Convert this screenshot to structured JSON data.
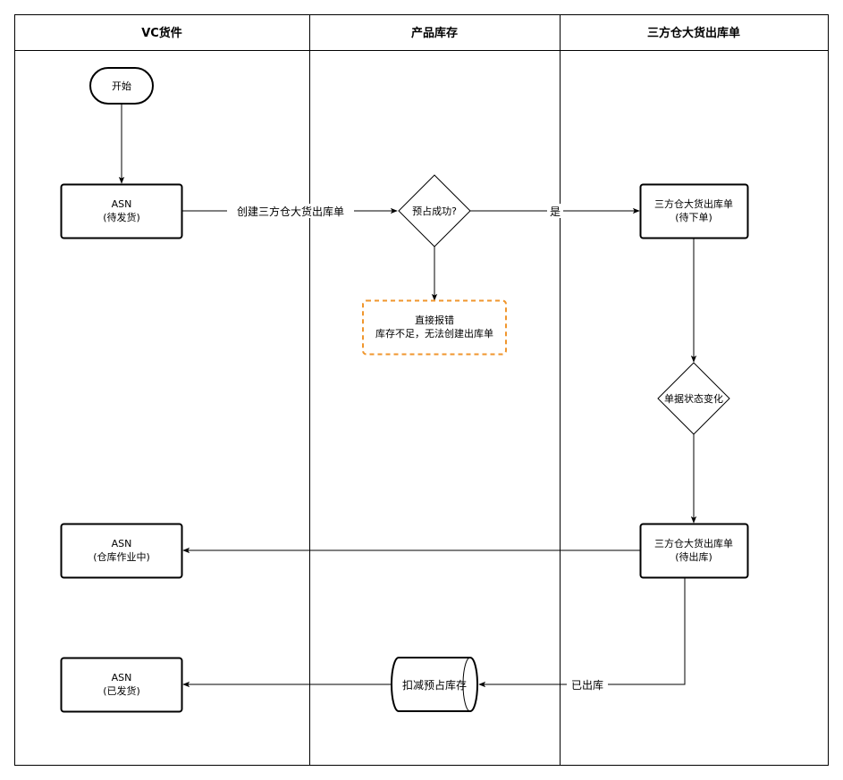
{
  "lanes": {
    "vc": "VC货件",
    "stock": "产品库存",
    "order": "三方仓大货出库单"
  },
  "nodes": {
    "start": "开始",
    "asn_pending": {
      "line1": "ASN",
      "line2": "(待发货)"
    },
    "check": "预占成功?",
    "error": {
      "line1": "直接报错",
      "line2": "库存不足，无法创建出库单"
    },
    "order_pending": {
      "line1": "三方仓大货出库单",
      "line2": "(待下单)"
    },
    "status_change": "单据状态变化",
    "order_waiting_out": {
      "line1": "三方仓大货出库单",
      "line2": "(待出库)"
    },
    "asn_warehouse": {
      "line1": "ASN",
      "line2": "(仓库作业中)"
    },
    "deduct": "扣减预占库存",
    "asn_shipped": {
      "line1": "ASN",
      "line2": "(已发货)"
    }
  },
  "edges": {
    "create_order": "创建三方仓大货出库单",
    "yes": "是",
    "shipped_out": "已出库"
  },
  "colors": {
    "error_border": "#f0962d",
    "line": "#000000"
  }
}
